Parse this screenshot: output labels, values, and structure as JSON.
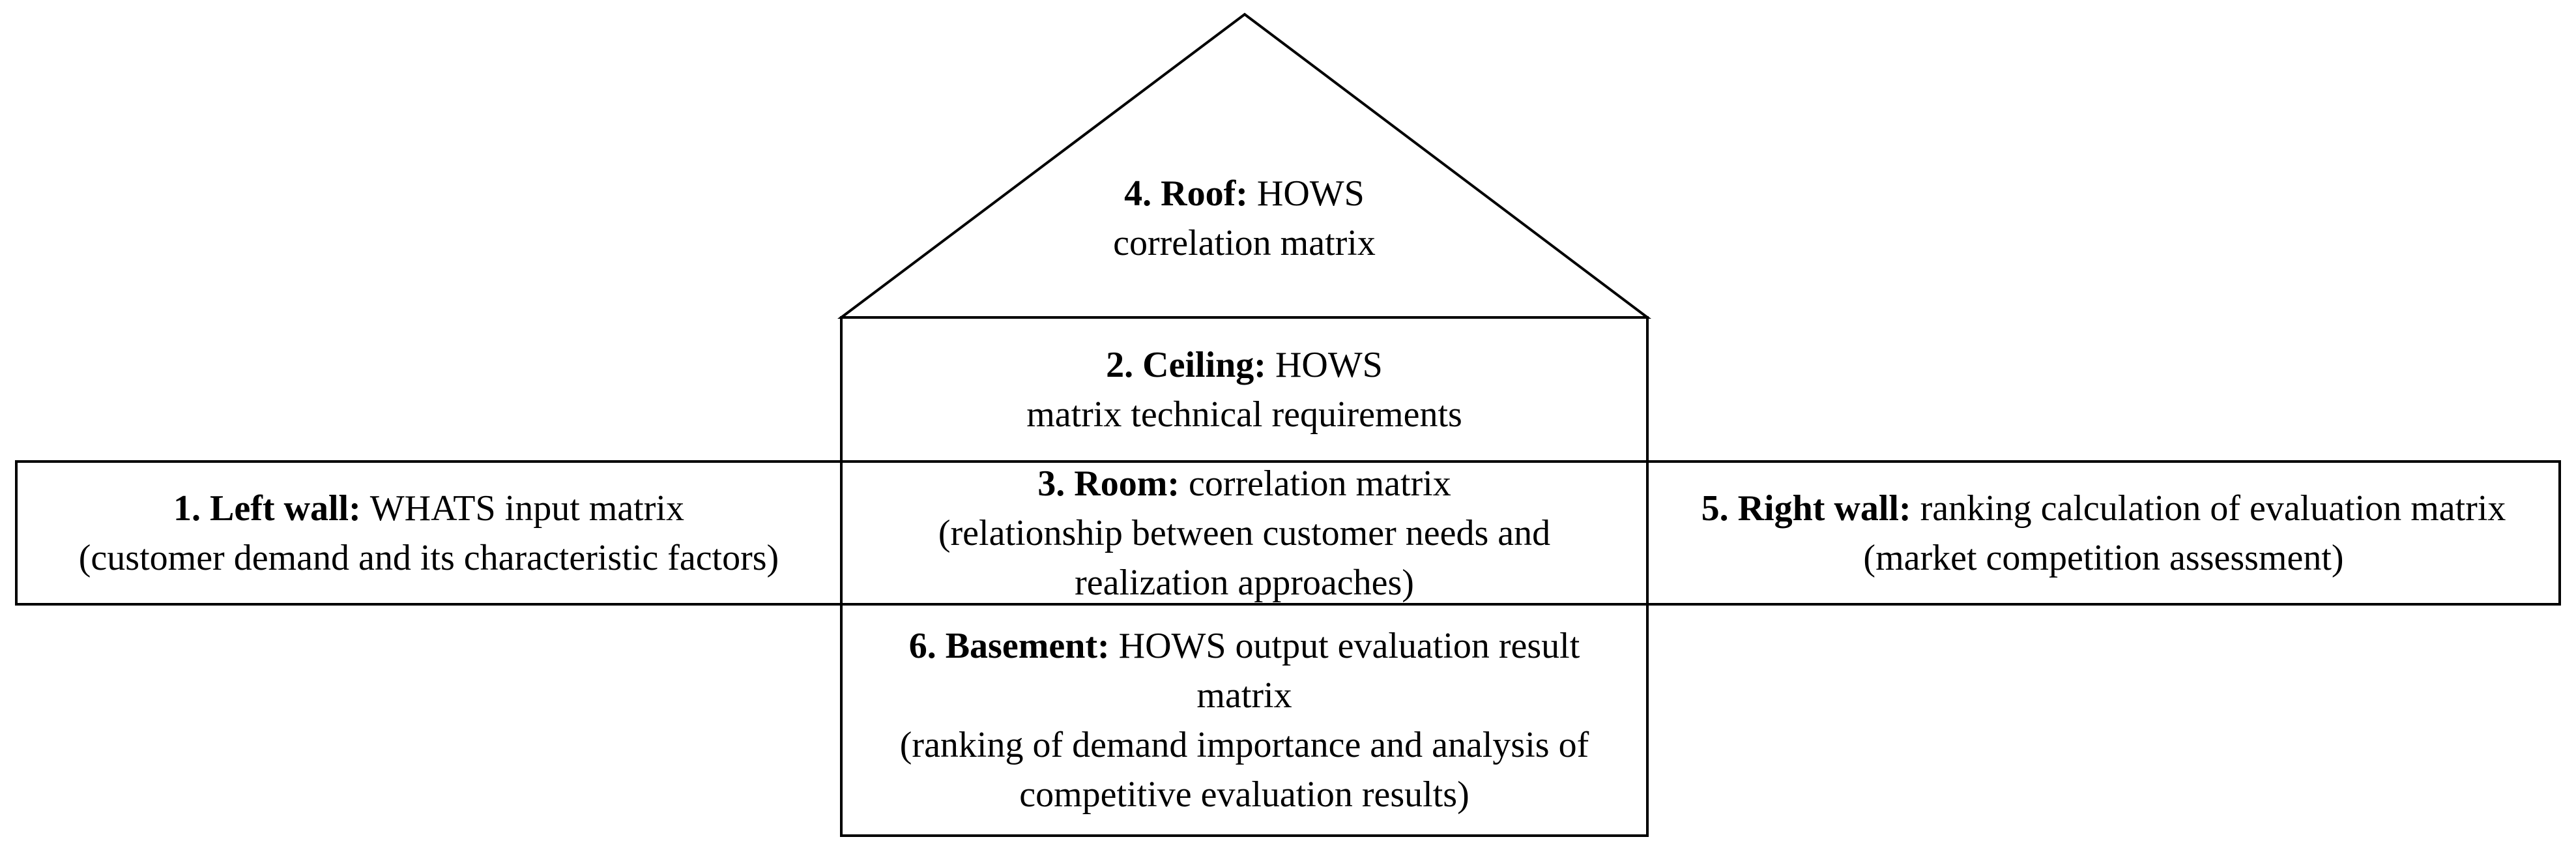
{
  "blocks": {
    "roof": {
      "number_title": "4. Roof:",
      "line1": "HOWS",
      "line2": "correlation matrix"
    },
    "ceiling": {
      "number_title": "2. Ceiling:",
      "line1": "HOWS",
      "line2": "matrix technical requirements"
    },
    "left_wall": {
      "number_title": "1. Left wall:",
      "line1": "WHATS input matrix",
      "line2": "(customer demand and its characteristic factors)"
    },
    "room": {
      "number_title": "3. Room:",
      "line1": "correlation matrix",
      "line2": "(relationship between customer needs and",
      "line3": "realization approaches)"
    },
    "right_wall": {
      "number_title": "5. Right wall:",
      "line1": "ranking calculation of evaluation matrix",
      "line2": "(market competition assessment)"
    },
    "basement": {
      "number_title": "6. Basement:",
      "line1": "HOWS output evaluation result",
      "line2": "matrix",
      "line3": "(ranking of demand importance and analysis of",
      "line4": "competitive evaluation results)"
    }
  },
  "colors": {
    "stroke": "#000000",
    "text": "#000000",
    "background": "#ffffff"
  }
}
